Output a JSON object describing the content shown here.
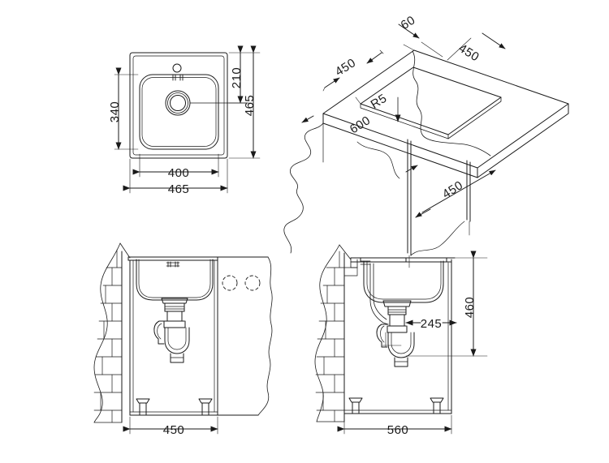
{
  "drawing": {
    "title": "Kitchen sink installation technical drawing",
    "background_color": "#ffffff",
    "line_color": "#1a1a1a"
  },
  "views": {
    "plan": {
      "name": "top-plan-view",
      "dimensions": {
        "bowl_width": "400",
        "overall_width": "465",
        "bowl_depth": "340",
        "overall_depth": "465",
        "drain_offset": "210"
      }
    },
    "isometric": {
      "name": "isometric-cutout-view",
      "dimensions": {
        "edge_margin": "60",
        "cutout_right": "450",
        "cutout_left": "450",
        "worktop_depth": "600",
        "corner_radius": "R5",
        "cabinet_depth": "450"
      }
    },
    "front_section": {
      "name": "front-section-view",
      "dimensions": {
        "cabinet_width": "450"
      }
    },
    "side_section": {
      "name": "side-section-view",
      "dimensions": {
        "trap_offset": "245",
        "height": "460",
        "cabinet_width": "560"
      }
    }
  }
}
